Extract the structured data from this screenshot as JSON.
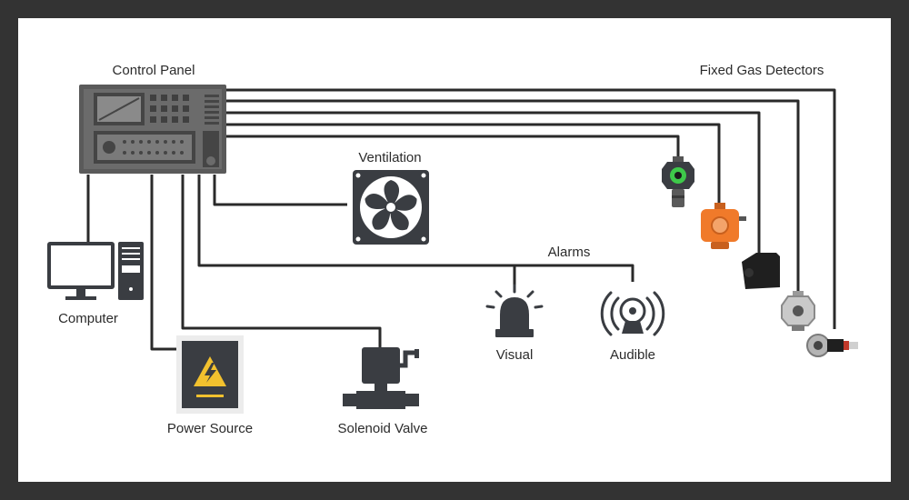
{
  "labels": {
    "control_panel": "Control Panel",
    "fixed_gas_detectors": "Fixed Gas Detectors",
    "ventilation": "Ventilation",
    "alarms": "Alarms",
    "computer": "Computer",
    "visual": "Visual",
    "audible": "Audible",
    "power_source": "Power Source",
    "solenoid_valve": "Solenoid Valve"
  },
  "icons": {
    "control_panel": "control-panel-icon",
    "computer": "computer-icon",
    "fan": "fan-icon",
    "siren": "siren-icon",
    "speaker": "speaker-icon",
    "power": "power-box-icon",
    "valve": "solenoid-valve-icon",
    "detectors": [
      "gas-detector-1-icon",
      "gas-detector-2-icon",
      "gas-detector-3-icon",
      "gas-detector-4-icon",
      "gas-detector-5-icon"
    ]
  },
  "colors": {
    "frame": "#333333",
    "wire": "#2a2a2a",
    "device_dark": "#3a3d42",
    "panel_gray": "#555555",
    "detector_orange": "#f07a2a",
    "warning_yellow": "#f2c12e"
  }
}
